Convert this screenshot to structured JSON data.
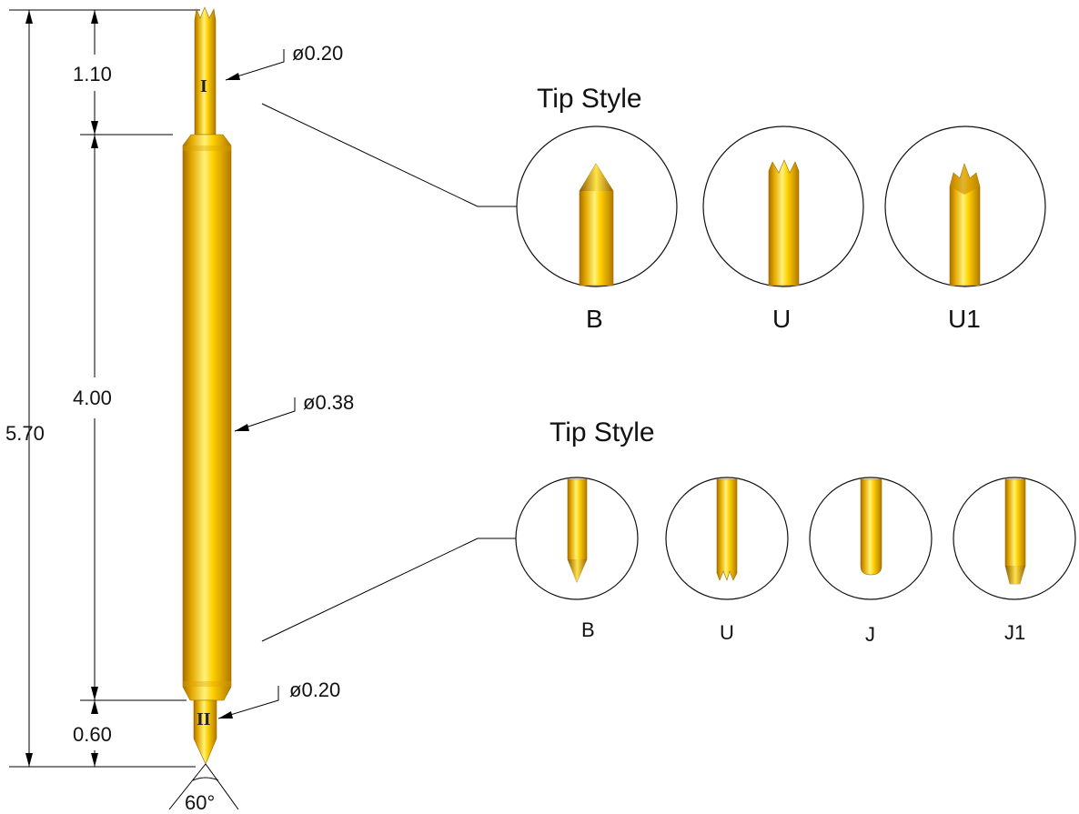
{
  "dimensions": {
    "total_length": "5.70",
    "top_length": "1.10",
    "barrel_length": "4.00",
    "bottom_length": "0.60",
    "angle": "60°"
  },
  "callouts": {
    "top_diameter": "0.20",
    "barrel_diameter": "0.38",
    "bottom_diameter": "0.20",
    "diameter_symbol": "ø"
  },
  "plunger_marks": {
    "top": "I",
    "bottom": "II"
  },
  "top_section": {
    "title": "Tip Style",
    "tips": [
      "B",
      "U",
      "U1"
    ]
  },
  "bottom_section": {
    "title": "Tip Style",
    "tips": [
      "B",
      "U",
      "J",
      "J1"
    ]
  },
  "colors": {
    "gold_light": "#fff27a",
    "gold": "#f2c400",
    "gold_dark": "#b07a00",
    "line": "#000000"
  }
}
